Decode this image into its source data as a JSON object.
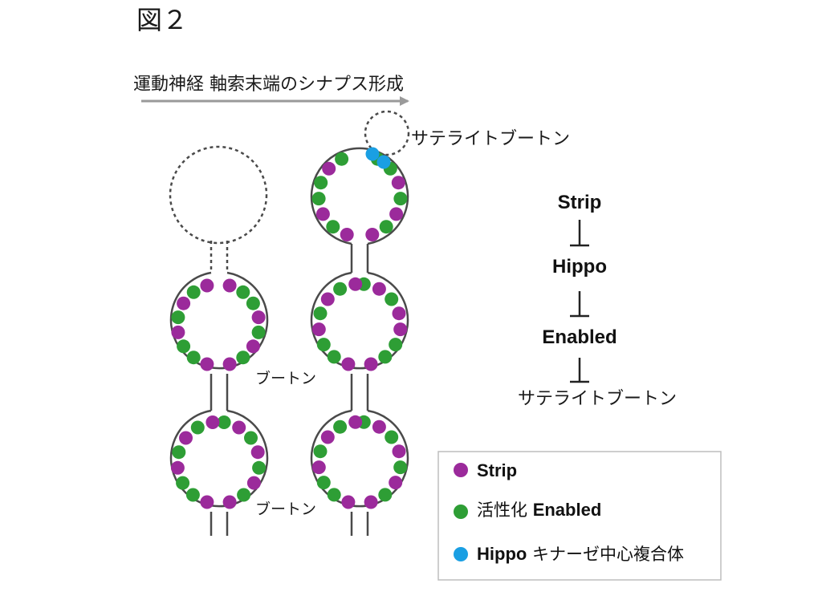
{
  "figure": {
    "title": "図２",
    "arrow_label": "運動神経 軸索末端のシナプス形成",
    "satellite_label": "サテライトブートン",
    "bouton_labels": [
      "ブートン",
      "ブートン"
    ]
  },
  "pathway": {
    "steps": [
      "Strip",
      "Hippo",
      "Enabled",
      "サテライトブートン"
    ],
    "relation": "inhibits"
  },
  "legend": {
    "items": [
      {
        "bold": "Strip",
        "text": "",
        "color": "#9b2a9b"
      },
      {
        "bold": "Enabled",
        "text": "活性化 ",
        "color": "#2e9e35"
      },
      {
        "bold": "Hippo",
        "text": " キナーゼ中心複合体",
        "color": "#1a9fe3"
      }
    ]
  },
  "colors": {
    "strip": "#9b2a9b",
    "enabled": "#2e9e35",
    "hippo": "#1a9fe3",
    "outline": "#4a4a4a",
    "arrow": "#9a9a9a"
  }
}
